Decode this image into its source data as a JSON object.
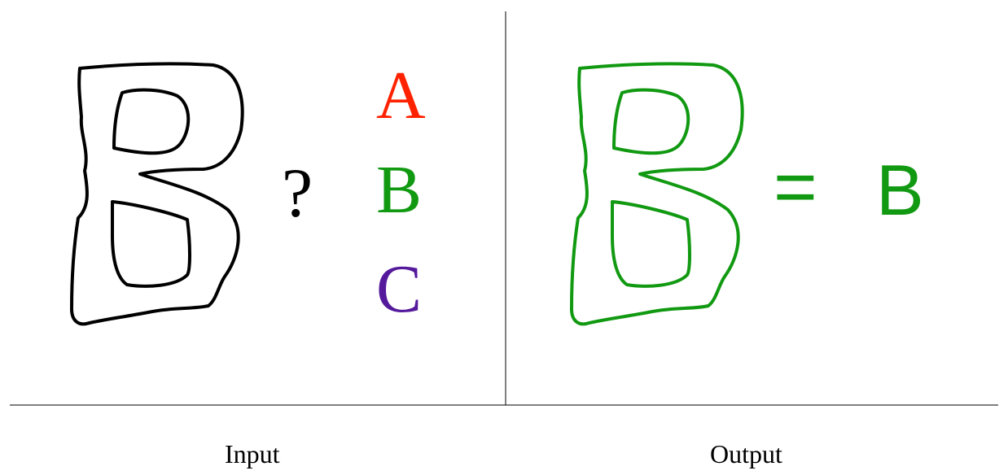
{
  "input_panel": {
    "question_mark": "?",
    "choices": [
      {
        "letter": "A",
        "color": "#ff2200"
      },
      {
        "letter": "B",
        "color": "#119911"
      },
      {
        "letter": "C",
        "color": "#551a9c"
      }
    ],
    "caption": "Input"
  },
  "output_panel": {
    "equals_sign": "=",
    "answer": "B",
    "answer_color": "#119911",
    "caption": "Output"
  },
  "colors": {
    "sketch_input": "#000000",
    "sketch_output": "#119911",
    "divider": "#000000"
  },
  "icons": {
    "input_sketch": "hand-drawn-letter-b",
    "output_sketch": "hand-drawn-letter-b"
  }
}
